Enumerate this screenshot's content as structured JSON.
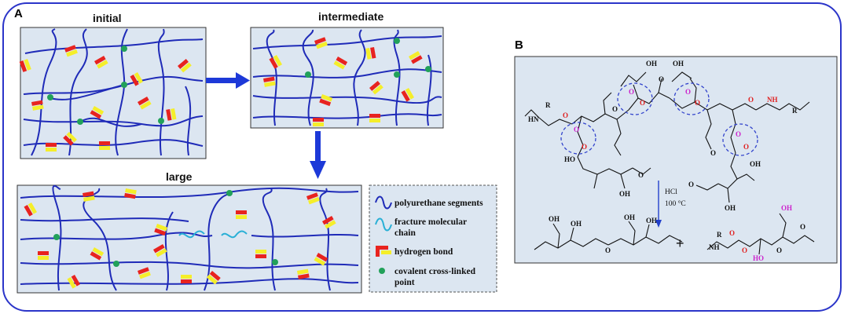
{
  "panels": {
    "a_label": "A",
    "b_label": "B"
  },
  "states": {
    "initial": "initial",
    "intermediate": "intermediate",
    "large": "large"
  },
  "legend": {
    "polyurethane": "polyurethane segments",
    "fracture_line1": "fracture molecular",
    "fracture_line2": "chain",
    "hbond": "hydrogen bond",
    "crosslink_line1": "covalent cross-linked",
    "crosslink_line2": "point"
  },
  "reaction": {
    "reagent": "HCl",
    "temperature": "100 °C",
    "plus": "+",
    "atom_O": "O",
    "atom_OH": "OH",
    "atom_HO": "HO",
    "atom_NH": "NH",
    "atom_HN": "HN",
    "atom_R": "R",
    "atom_H": "H"
  },
  "colors": {
    "frame": "#2b35c9",
    "panel_bg": "#dce6f1",
    "chain": "#1f2bb8",
    "fracture": "#2ab0d6",
    "crosslink": "#22a15a",
    "hbond_red": "#e8231f",
    "hbond_yellow": "#f5ee2a",
    "arrow": "#1d39d8",
    "chem_red": "#e02020",
    "chem_magenta": "#cc22cc",
    "ellipse": "#3344cc"
  }
}
